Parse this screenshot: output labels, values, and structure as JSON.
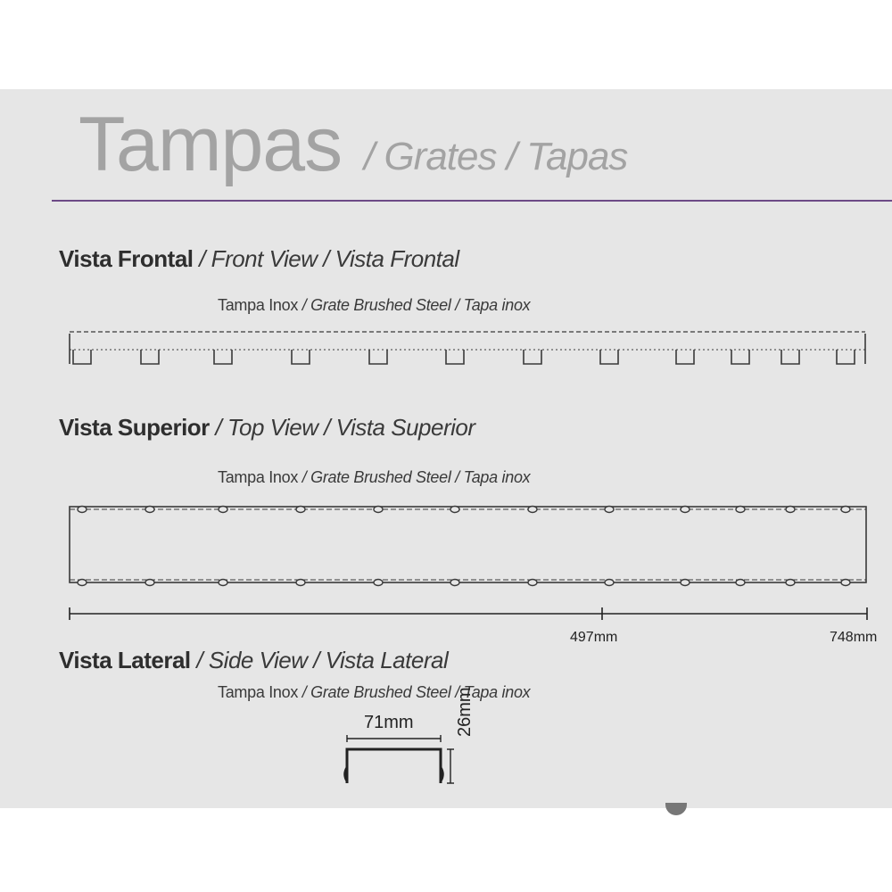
{
  "header": {
    "title": "Tampas",
    "subtitle": "/ Grates / Tapas"
  },
  "sections": [
    {
      "heading_bold": "Vista Frontal",
      "heading_rest": " / Front View / Vista Frontal",
      "caption_normal": "Tampa Inox",
      "caption_italic": " / Grate Brushed Steel / Tapa inox"
    },
    {
      "heading_bold": "Vista Superior",
      "heading_rest": " / Top View / Vista Superior",
      "caption_normal": "Tampa Inox",
      "caption_italic": " / Grate Brushed Steel / Tapa inox"
    },
    {
      "heading_bold": "Vista Lateral",
      "heading_rest": " / Side View / Vista Lateral",
      "caption_normal": "Tampa Inox",
      "caption_italic": " / Grate Brushed Steel / Tapa inox"
    }
  ],
  "dimensions": {
    "mid_length": "497mm",
    "total_length": "748mm",
    "width": "71mm",
    "height": "26mm"
  },
  "colors": {
    "accent_rule": "#6d4a86",
    "panel": "#e6e6e6",
    "title": "#a3a3a3"
  }
}
